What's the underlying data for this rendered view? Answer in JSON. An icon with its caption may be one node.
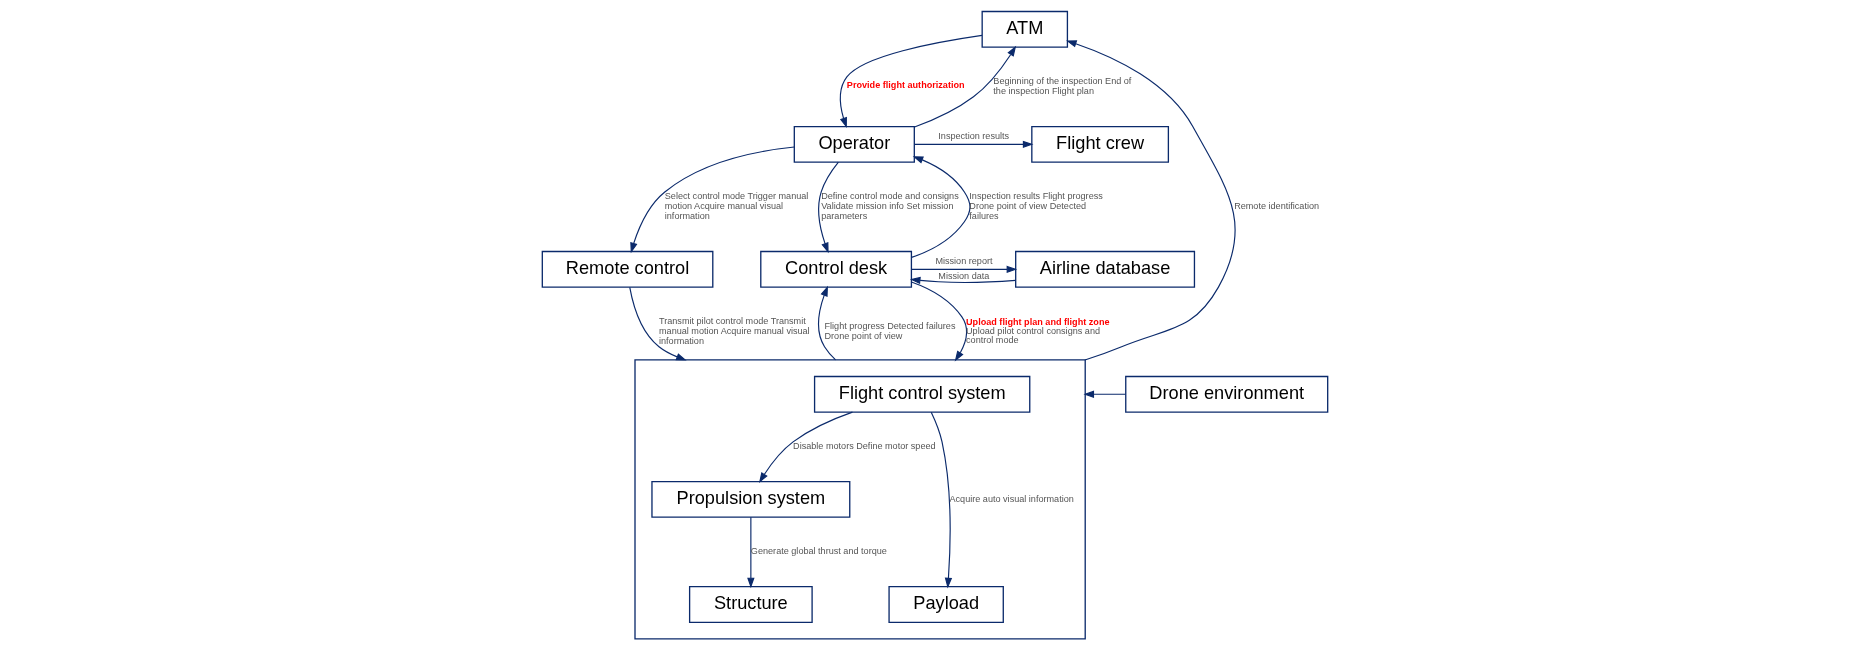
{
  "diagram": {
    "nodes": [
      {
        "text": [
          "ATM"
        ]
      },
      {
        "text": [
          "Flight crew"
        ]
      },
      {
        "text": [
          "Operator"
        ]
      },
      {
        "text": [
          "Remote control"
        ]
      },
      {
        "text": [
          "Control desk"
        ]
      },
      {
        "text": [
          "Airline database"
        ]
      },
      {
        "text": [
          "Drone environment"
        ]
      },
      {
        "text": [],
        "shape": "box"
      },
      {
        "text": [
          "Flight control system"
        ],
        "in": 7
      },
      {
        "text": [
          "Propulsion system"
        ],
        "in": 7
      },
      {
        "text": [
          "Structure"
        ],
        "in": 7
      },
      {
        "text": [
          "Payload"
        ],
        "in": 7
      }
    ],
    "edges": [
      {
        "from": 0,
        "to": 2,
        "arrow": "to",
        "label": "**Provide flight authorization**"
      },
      {
        "from": 2,
        "to": 0,
        "arrow": "to",
        "label": "Beginning of the inspection End of the inspection Flight plan"
      },
      {
        "from": 2,
        "to": 1,
        "arrow": "to",
        "label": "Inspection results"
      },
      {
        "from": 2,
        "to": 3,
        "arrow": "to",
        "label": "Select control mode Trigger manual motion Acquire manual visual information"
      },
      {
        "from": 2,
        "to": 4,
        "arrow": "to",
        "label": "Define control mode and consigns Validate mission info Set mission parameters"
      },
      {
        "from": 4,
        "to": 2,
        "arrow": "to",
        "label": "Inspection results Flight progress Drone point of view Detected failures"
      },
      {
        "from": 4,
        "to": 5,
        "arrow": "to",
        "label": "Mission report"
      },
      {
        "from": 5,
        "to": 4,
        "arrow": "to",
        "label": "Mission data"
      },
      {
        "from": 7,
        "to": 0,
        "arrow": "to",
        "label": "Remote identification"
      },
      {
        "from": 3,
        "to": 7,
        "arrow": "to",
        "label": "Transmit pilot control mode Transmit manual motion Acquire manual visual information"
      },
      {
        "from": 7,
        "to": 4,
        "arrow": "to",
        "label": "Flight progress Detected failures Drone point of view"
      },
      {
        "from": 4,
        "to": 7,
        "arrow": "to",
        "label": "**Upload flight plan and flight zone** Upload pilot control consigns and control mode"
      },
      {
        "from": 6,
        "to": 7,
        "arrow": "to"
      },
      {
        "from": 8,
        "to": 9,
        "arrow": "to",
        "label": "Disable motors Define motor speed"
      },
      {
        "from": 9,
        "to": 10,
        "arrow": "to",
        "label": "Generate global thrust and torque"
      },
      {
        "from": 8,
        "to": 11,
        "arrow": "to",
        "label": "Acquire auto visual information"
      }
    ]
  }
}
